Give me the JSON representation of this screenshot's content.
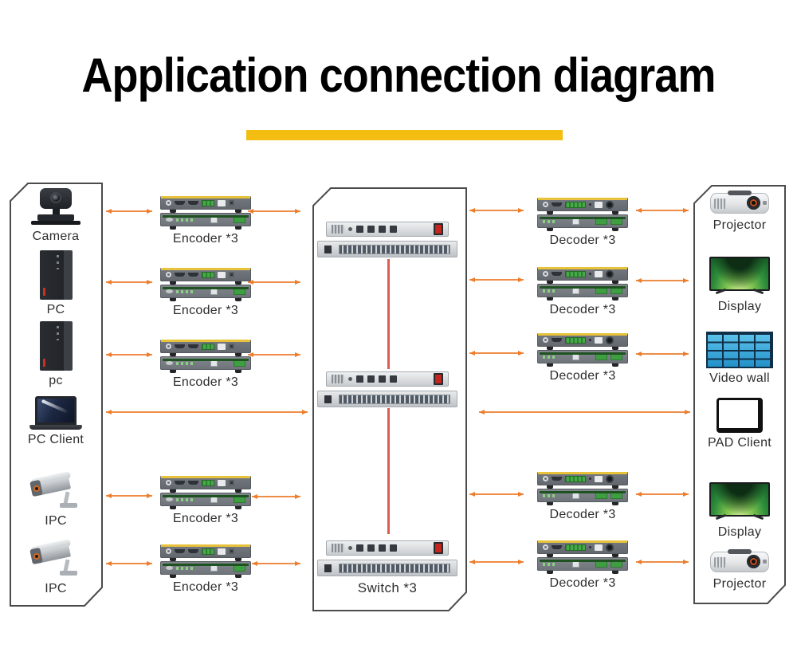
{
  "title": {
    "text": "Application connection diagram"
  },
  "colors": {
    "accent_bar": "#F3BD11",
    "arrow": "#ED7D2B",
    "switch_link_line": "#DC5B52",
    "box_border": "#4B4B4B",
    "video_wall_blue": "#3FB0E2"
  },
  "left_panel": {
    "devices": [
      {
        "label": "Camera",
        "type": "ptz-camera"
      },
      {
        "label": "PC",
        "type": "pc-tower"
      },
      {
        "label": "pc",
        "type": "pc-tower"
      },
      {
        "label": "PC Client",
        "type": "laptop"
      },
      {
        "label": "IPC",
        "type": "bullet-camera"
      },
      {
        "label": "IPC",
        "type": "bullet-camera"
      }
    ]
  },
  "encoders": {
    "items": [
      {
        "label": "Encoder *3"
      },
      {
        "label": "Encoder *3"
      },
      {
        "label": "Encoder *3"
      },
      {
        "label": "Encoder *3"
      },
      {
        "label": "Encoder *3"
      }
    ]
  },
  "switches": {
    "label": "Switch *3",
    "unit_count": 3
  },
  "decoders": {
    "items": [
      {
        "label": "Decoder *3"
      },
      {
        "label": "Decoder *3"
      },
      {
        "label": "Decoder *3"
      },
      {
        "label": "Decoder *3"
      },
      {
        "label": "Decoder *3"
      }
    ]
  },
  "right_panel": {
    "devices": [
      {
        "label": "Projector",
        "type": "projector"
      },
      {
        "label": "Display",
        "type": "tv-display"
      },
      {
        "label": "Video wall",
        "type": "video-wall"
      },
      {
        "label": "PAD Client",
        "type": "tablet"
      },
      {
        "label": "Display",
        "type": "tv-display"
      },
      {
        "label": "Projector",
        "type": "projector"
      }
    ]
  }
}
